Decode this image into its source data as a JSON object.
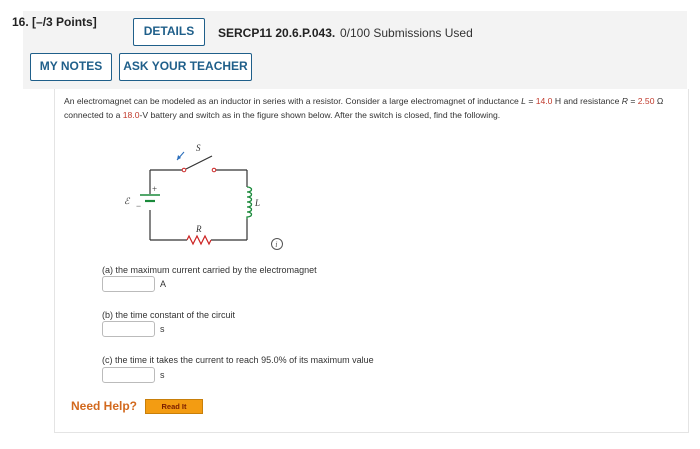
{
  "header": {
    "question_number": "16.",
    "points": "[–/3 Points]",
    "details_label": "DETAILS",
    "problem_code": "SERCP11 20.6.P.043.",
    "submissions": "0/100 Submissions Used"
  },
  "toolbar": {
    "my_notes_label": "MY NOTES",
    "ask_teacher_label": "ASK YOUR TEACHER"
  },
  "problem": {
    "text_1": "An electromagnet can be modeled as an inductor in series with a resistor. Consider a large electromagnet of inductance ",
    "L_symbol": "L",
    "eq": " = ",
    "L_value": "14.0",
    "L_unit": " H",
    "text_2": " and resistance ",
    "R_symbol": "R",
    "R_value": "2.50",
    "R_unit": " Ω",
    "text_3": " connected to a ",
    "V_value": "18.0",
    "text_4": "-V battery and switch as in the figure shown below. After the switch is closed, find the following."
  },
  "circuit": {
    "switch_label": "S",
    "inductor_label": "L",
    "resistor_label": "R",
    "emf_label": "ℰ",
    "plus": "+",
    "minus": "−"
  },
  "parts": [
    {
      "label": "(a) the maximum current carried by the electromagnet",
      "unit": "A",
      "value": ""
    },
    {
      "label": "(b) the time constant of the circuit",
      "unit": "s",
      "value": ""
    },
    {
      "label": "(c) the time it takes the current to reach 95.0% of its maximum value",
      "unit": "s",
      "value": ""
    }
  ],
  "help": {
    "need_help_label": "Need Help?",
    "read_it_label": "Read It"
  },
  "colors": {
    "accent": "#1f5f8a",
    "given_value": "#c0392b",
    "need_help": "#d2691e",
    "read_it_bg": "#f39c12",
    "resistor": "#cc2222",
    "inductor": "#1a8a3a",
    "battery": "#1a8a3a"
  }
}
